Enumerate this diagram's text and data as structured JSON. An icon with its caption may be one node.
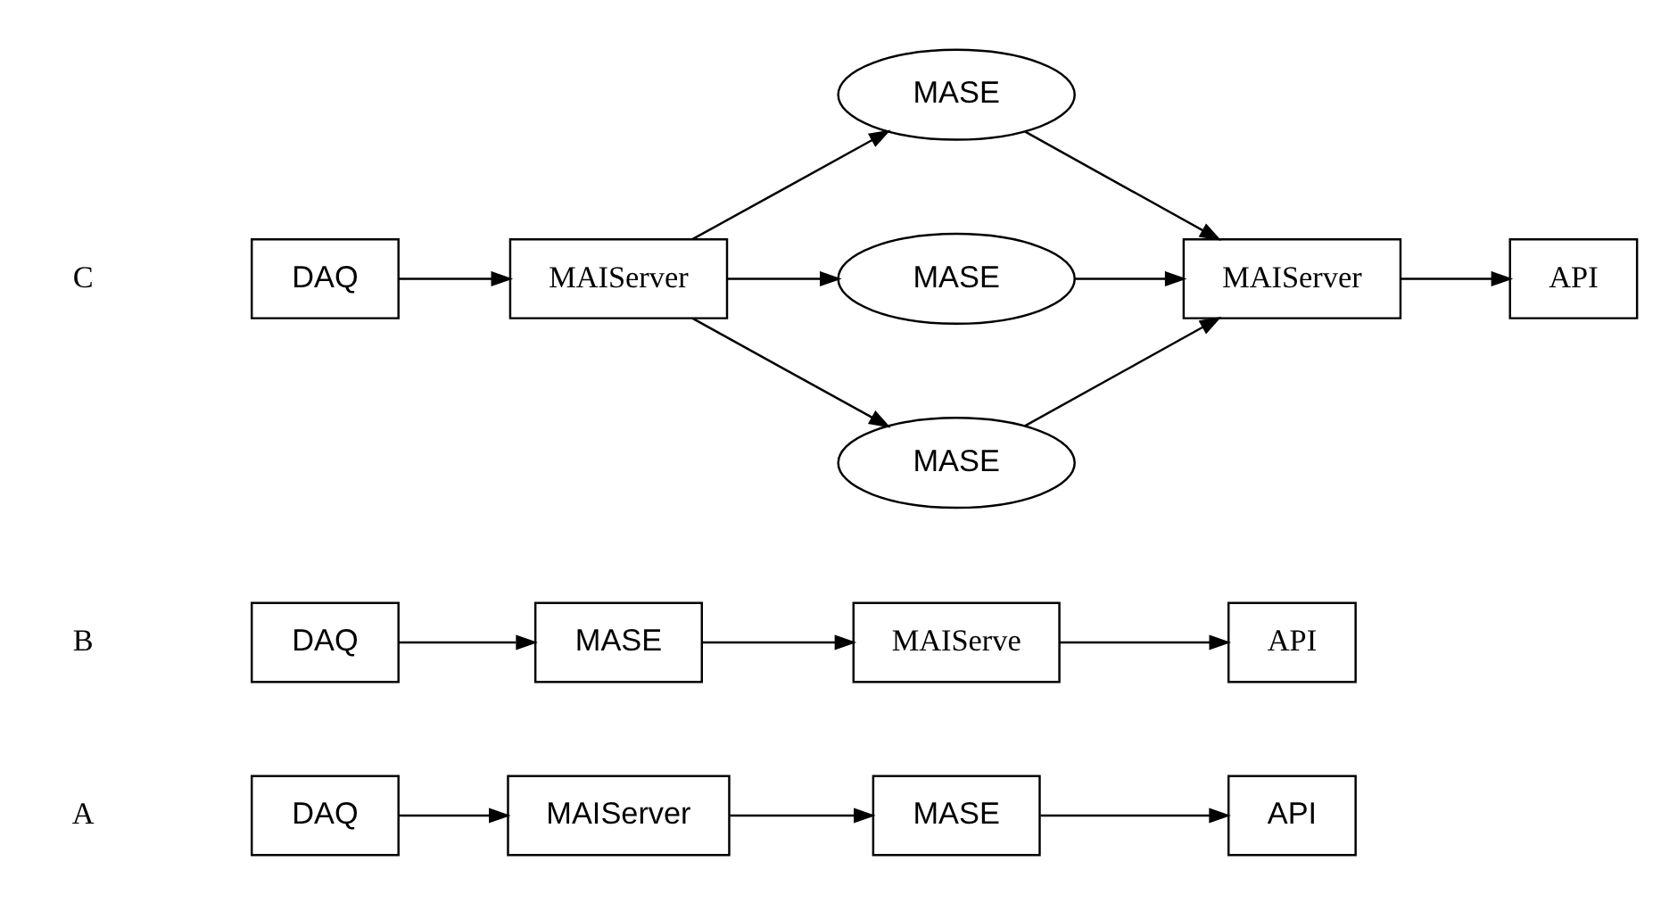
{
  "diagram": {
    "nodes": [
      {
        "text": [
          "DAQ"
        ]
      },
      {
        "text": [
          "MAIServer"
        ]
      },
      {
        "text": [
          "MASE"
        ]
      },
      {
        "text": [
          "API"
        ]
      },
      {
        "text": [
          "DAQ"
        ]
      },
      {
        "text": [
          "MASE"
        ]
      },
      {
        "text": [
          "MAIServe"
        ]
      },
      {
        "text": [
          "API"
        ]
      },
      {
        "text": [
          "DAQ"
        ]
      },
      {
        "text": [
          "MAIServer"
        ]
      },
      {
        "text": [
          "MASE"
        ]
      },
      {
        "text": [
          "MASE"
        ]
      },
      {
        "text": [
          "MASE"
        ]
      },
      {
        "text": [
          "MAIServer"
        ]
      },
      {
        "text": [
          "API"
        ]
      }
    ],
    "edges": [
      {
        "from": 0,
        "to": 1,
        "arrow": "to"
      },
      {
        "from": 1,
        "to": 2,
        "arrow": "to"
      },
      {
        "from": 2,
        "to": 3,
        "arrow": "to"
      },
      {
        "from": 4,
        "to": 5,
        "arrow": "to"
      },
      {
        "from": 5,
        "to": 6,
        "arrow": "to"
      },
      {
        "from": 6,
        "to": 7,
        "arrow": "to"
      },
      {
        "from": 8,
        "to": 9,
        "arrow": "to"
      },
      {
        "from": 9,
        "to": 10,
        "arrow": "to"
      },
      {
        "from": 9,
        "to": 11,
        "arrow": "to"
      },
      {
        "from": 9,
        "to": 12,
        "arrow": "to"
      },
      {
        "from": 10,
        "to": 13,
        "arrow": "to"
      },
      {
        "from": 11,
        "to": 13,
        "arrow": "to"
      },
      {
        "from": 12,
        "to": 13,
        "arrow": "to"
      },
      {
        "from": 13,
        "to": 14,
        "arrow": "to"
      }
    ],
    "labels": [
      "A",
      "B",
      "C"
    ]
  }
}
